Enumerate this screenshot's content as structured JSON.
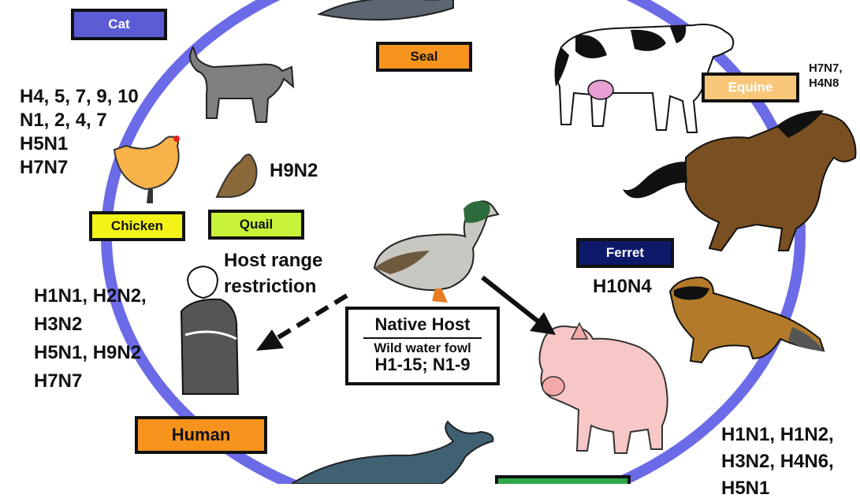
{
  "hosts": {
    "cat": {
      "label": "Cat",
      "color": "#5b5bd6"
    },
    "seal": {
      "label": "Seal",
      "color": "#f7941d"
    },
    "equine": {
      "label": "Equine",
      "color": "#f8c77a"
    },
    "ferret": {
      "label": "Ferret",
      "color": "#0d1a6a"
    },
    "chicken": {
      "label": "Chicken",
      "color": "#f2f216"
    },
    "quail": {
      "label": "Quail",
      "color": "#c8f23a"
    },
    "human": {
      "label": "Human",
      "color": "#f7941d"
    },
    "swine": {
      "color": "#2fa84a"
    }
  },
  "subtypes": {
    "cat_chicken": [
      "H4, 5, 7, 9, 10",
      "N1, 2, 4, 7",
      "H5N1",
      "H7N7"
    ],
    "quail": "H9N2",
    "equine": [
      "H7N7,",
      "H4N8"
    ],
    "ferret": "H10N4",
    "human": [
      "H1N1, H2N2,",
      "H3N2",
      "H5N1, H9N2",
      "H7N7"
    ],
    "swine": [
      "H1N1, H1N2,",
      "H3N2, H4N6,",
      "H5N1"
    ]
  },
  "host_range": [
    "Host range",
    "restriction"
  ],
  "native_host": {
    "title": "Native Host",
    "subtitle": "Wild water fowl",
    "subtypes": "H1-15; N1-9"
  },
  "colors": {
    "cycle_ring": "#6b6be8"
  }
}
